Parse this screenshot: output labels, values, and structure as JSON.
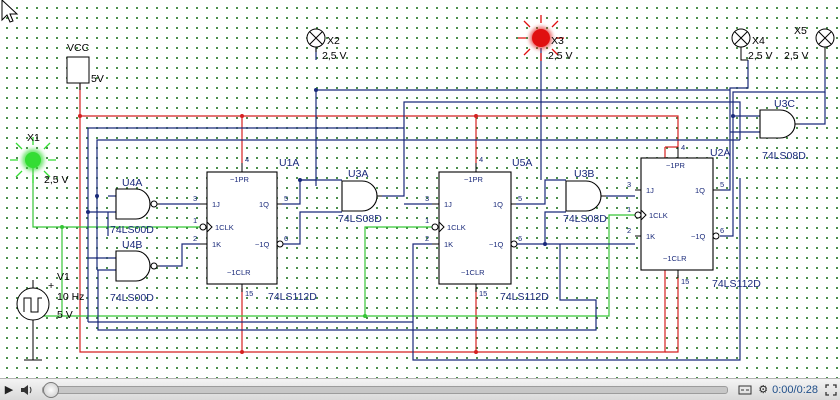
{
  "schematic": {
    "components": {
      "vcc": {
        "name": "VCC",
        "value": "5V"
      },
      "x1": {
        "name": "X1",
        "value": "2,5 V"
      },
      "x2": {
        "name": "X2",
        "value": "2,5 V"
      },
      "x3": {
        "name": "X3",
        "value": "2,5 V"
      },
      "x4": {
        "name": "X4",
        "value": "2,5 V"
      },
      "x5": {
        "name": "X5",
        "value": "2,5 V"
      },
      "v1": {
        "name": "V1",
        "freq": "10 Hz",
        "amp": "5 V"
      },
      "u4a": {
        "name": "U4A",
        "type": "74LS00D"
      },
      "u4b": {
        "name": "U4B",
        "type": "74LS00D"
      },
      "u3a": {
        "name": "U3A",
        "type": "74LS08D"
      },
      "u3b": {
        "name": "U3B",
        "type": "74LS08D"
      },
      "u3c": {
        "name": "U3C",
        "type": "74LS08D"
      },
      "u1a": {
        "name": "U1A",
        "type": "74LS112D"
      },
      "u5a": {
        "name": "U5A",
        "type": "74LS112D"
      },
      "u2a": {
        "name": "U2A",
        "type": "74LS112D"
      }
    },
    "ff_pins": {
      "pr": "~1PR",
      "clr": "~1CLR",
      "j": "1J",
      "k": "1K",
      "clk": "1CLK",
      "q": "1Q",
      "qn": "~1Q",
      "n_pr": "4",
      "n_clr": "15",
      "n_j": "3",
      "n_k": "2",
      "n_clk": "1",
      "n_q": "5",
      "n_qn": "6"
    },
    "probe_state": {
      "x1": "on",
      "x2": "off",
      "x3": "on",
      "x4": "off",
      "x5": "off"
    },
    "colors": {
      "wire": "#1a2a7a",
      "vcc_wire": "#d42020",
      "clock_wire": "#36c636",
      "probe_on": "#e01010",
      "probe_x1": "#33dd33"
    }
  },
  "player": {
    "time": "0:00/0:28",
    "progress": 0.0
  }
}
